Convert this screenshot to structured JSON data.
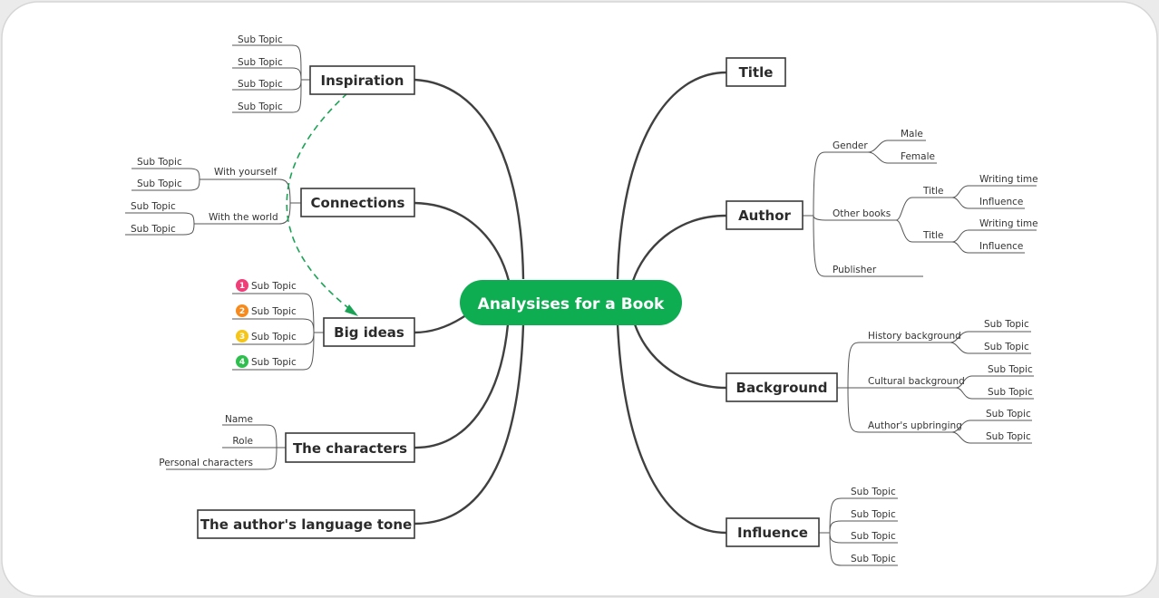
{
  "center": {
    "label": "Analysises for a Book",
    "color": "#0fad51"
  },
  "colors": {
    "background": "#ebebeb",
    "canvas": "#ffffff",
    "line": "#404040",
    "relationship": "#1aa355"
  },
  "topics": {
    "inspiration": {
      "label": "Inspiration",
      "subs": [
        "Sub Topic",
        "Sub Topic",
        "Sub Topic",
        "Sub Topic"
      ]
    },
    "connections": {
      "label": "Connections",
      "yourself": {
        "label": "With yourself",
        "subs": [
          "Sub Topic",
          "Sub Topic"
        ]
      },
      "world": {
        "label": "With the world",
        "subs": [
          "Sub Topic",
          "Sub Topic"
        ]
      }
    },
    "big_ideas": {
      "label": "Big ideas",
      "subs": [
        {
          "num": "1",
          "label": "Sub Topic",
          "color": "#f03e78"
        },
        {
          "num": "2",
          "label": "Sub Topic",
          "color": "#f78a1d"
        },
        {
          "num": "3",
          "label": "Sub Topic",
          "color": "#f5c518"
        },
        {
          "num": "4",
          "label": "Sub Topic",
          "color": "#2fbf4f"
        }
      ]
    },
    "characters": {
      "label": "The characters",
      "subs": [
        "Name",
        "Role",
        "Personal characters"
      ]
    },
    "tone": {
      "label": "The author's language tone"
    },
    "title": {
      "label": "Title"
    },
    "author": {
      "label": "Author",
      "gender": {
        "label": "Gender",
        "subs": [
          "Male",
          "Female"
        ]
      },
      "other_books": {
        "label": "Other books",
        "titles": [
          {
            "label": "Title",
            "subs": [
              "Writing time",
              "Influence"
            ]
          },
          {
            "label": "Title",
            "subs": [
              "Writing time",
              "Influence"
            ]
          }
        ]
      },
      "publisher": {
        "label": "Publisher"
      }
    },
    "background": {
      "label": "Background",
      "history": {
        "label": "History background",
        "subs": [
          "Sub Topic",
          "Sub Topic"
        ]
      },
      "cultural": {
        "label": "Cultural background",
        "subs": [
          "Sub Topic",
          "Sub Topic"
        ]
      },
      "upbringing": {
        "label": "Author's upbringing",
        "subs": [
          "Sub Topic",
          "Sub Topic"
        ]
      }
    },
    "influence": {
      "label": "Influence",
      "subs": [
        "Sub Topic",
        "Sub Topic",
        "Sub Topic",
        "Sub Topic"
      ]
    }
  }
}
